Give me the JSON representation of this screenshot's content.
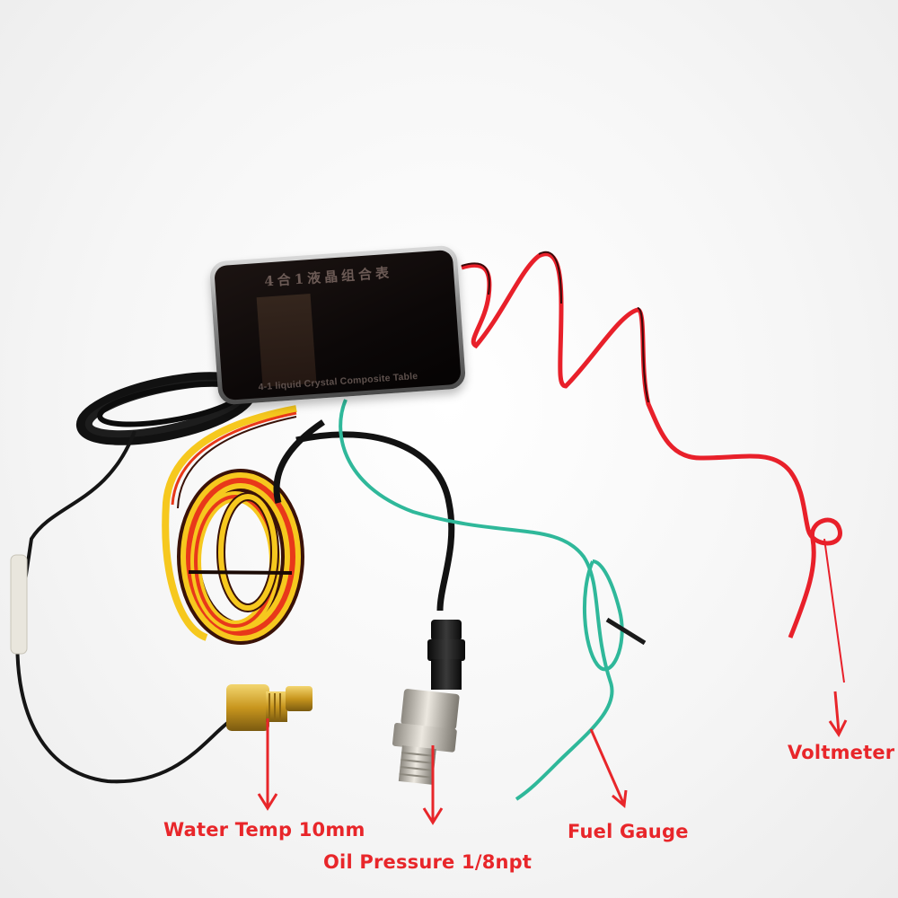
{
  "photo": {
    "subject": "4-in-1 LCD combination gauge kit with sensors",
    "background_color": "#f4f4f4"
  },
  "device": {
    "title_cn": "4合1液晶组合表",
    "title_en": "4-1 liquid Crystal Composite Table",
    "bezel_color": "#9a9a9a",
    "screen_color": "#0c0808"
  },
  "annotations": [
    {
      "id": "water-temp",
      "text": "Water Temp 10mm",
      "color": "#e8262a"
    },
    {
      "id": "oil-pressure",
      "text": "Oil Pressure 1/8npt",
      "color": "#e8262a"
    },
    {
      "id": "fuel-gauge",
      "text": "Fuel Gauge",
      "color": "#e8262a"
    },
    {
      "id": "voltmeter",
      "text": "Voltmeter",
      "color": "#e8262a"
    }
  ],
  "wires": {
    "voltmeter": {
      "colors": [
        "#e8202a",
        "#3a0a0a"
      ]
    },
    "fuel": {
      "colors": [
        "#2fb89a"
      ]
    },
    "oil_pressure": {
      "colors": [
        "#1a1a1a"
      ]
    },
    "water_temp": {
      "colors": [
        "#1a1a1a"
      ]
    },
    "harness": {
      "colors": [
        "#f6c81e",
        "#e8381a",
        "#3a1208"
      ]
    }
  },
  "sensors": {
    "water_temp": {
      "material": "brass",
      "color": "#c89a2a"
    },
    "oil_pressure": {
      "material": "stainless steel",
      "color": "#b8b4ac"
    }
  }
}
